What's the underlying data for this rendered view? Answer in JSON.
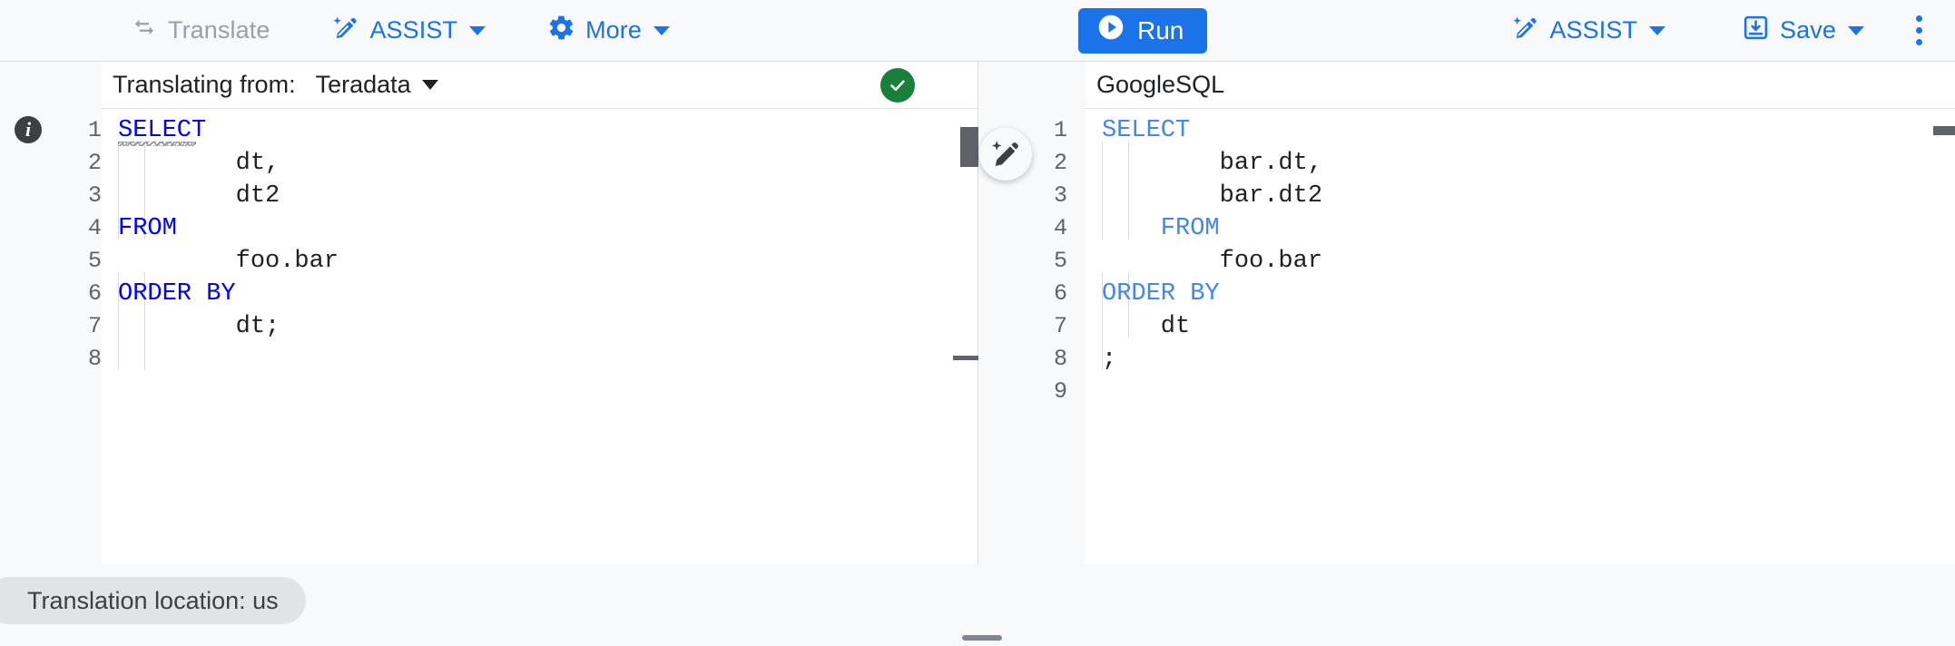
{
  "toolbar_left": {
    "translate": {
      "label": "Translate",
      "icon": "translate-swap-icon",
      "enabled": false
    },
    "assist": {
      "label": "ASSIST",
      "icon": "magic-pen-icon"
    },
    "more": {
      "label": "More",
      "icon": "gear-icon"
    }
  },
  "toolbar_right": {
    "run": {
      "label": "Run",
      "icon": "play-circle-icon"
    },
    "assist": {
      "label": "ASSIST",
      "icon": "magic-pen-icon"
    },
    "save": {
      "label": "Save",
      "icon": "save-icon"
    },
    "overflow": {
      "icon": "more-vert-icon"
    }
  },
  "source_pane": {
    "translating_from_label": "Translating from:",
    "source_dialect": "Teradata",
    "status_icon": "check-circle-icon",
    "status_color": "#188038",
    "info_icon": "info-icon",
    "keyword_color": "#0000ff",
    "line_numbers": [
      "1",
      "2",
      "3",
      "4",
      "5",
      "6",
      "7",
      "8"
    ],
    "lines": [
      {
        "indent": 0,
        "keyword": "SELECT",
        "rest": "",
        "squiggly": true
      },
      {
        "indent": 2,
        "keyword": "",
        "rest": "dt,"
      },
      {
        "indent": 2,
        "keyword": "",
        "rest": "dt2"
      },
      {
        "indent": 0,
        "keyword": "FROM",
        "rest": ""
      },
      {
        "indent": 2,
        "keyword": "",
        "rest": "foo.bar"
      },
      {
        "indent": 0,
        "keyword": "ORDER BY",
        "rest": ""
      },
      {
        "indent": 2,
        "keyword": "",
        "rest": "dt;"
      },
      {
        "indent": 0,
        "keyword": "",
        "rest": ""
      }
    ]
  },
  "target_pane": {
    "dialect": "GoogleSQL",
    "keyword_color": "#4285f4",
    "assist_fab_icon": "magic-pen-icon",
    "line_numbers": [
      "1",
      "2",
      "3",
      "4",
      "5",
      "6",
      "7",
      "8",
      "9"
    ],
    "lines": [
      {
        "indent": 0,
        "keyword": "SELECT",
        "rest": ""
      },
      {
        "indent": 2,
        "keyword": "",
        "rest": "bar.dt,"
      },
      {
        "indent": 2,
        "keyword": "",
        "rest": "bar.dt2"
      },
      {
        "indent": 1,
        "keyword": "FROM",
        "rest": ""
      },
      {
        "indent": 2,
        "keyword": "",
        "rest": "foo.bar"
      },
      {
        "indent": 0,
        "keyword": "ORDER BY",
        "rest": ""
      },
      {
        "indent": 1,
        "keyword": "",
        "rest": "dt"
      },
      {
        "indent": 0,
        "keyword": "",
        "rest": ";"
      },
      {
        "indent": 0,
        "keyword": "",
        "rest": ""
      }
    ]
  },
  "footer": {
    "location_chip": "Translation location: us"
  },
  "colors": {
    "accent": "#1a73e8",
    "success": "#188038",
    "disabled_text": "#9aa0a6",
    "surface": "#f8f9fa",
    "editor_bg": "#ffffff"
  }
}
